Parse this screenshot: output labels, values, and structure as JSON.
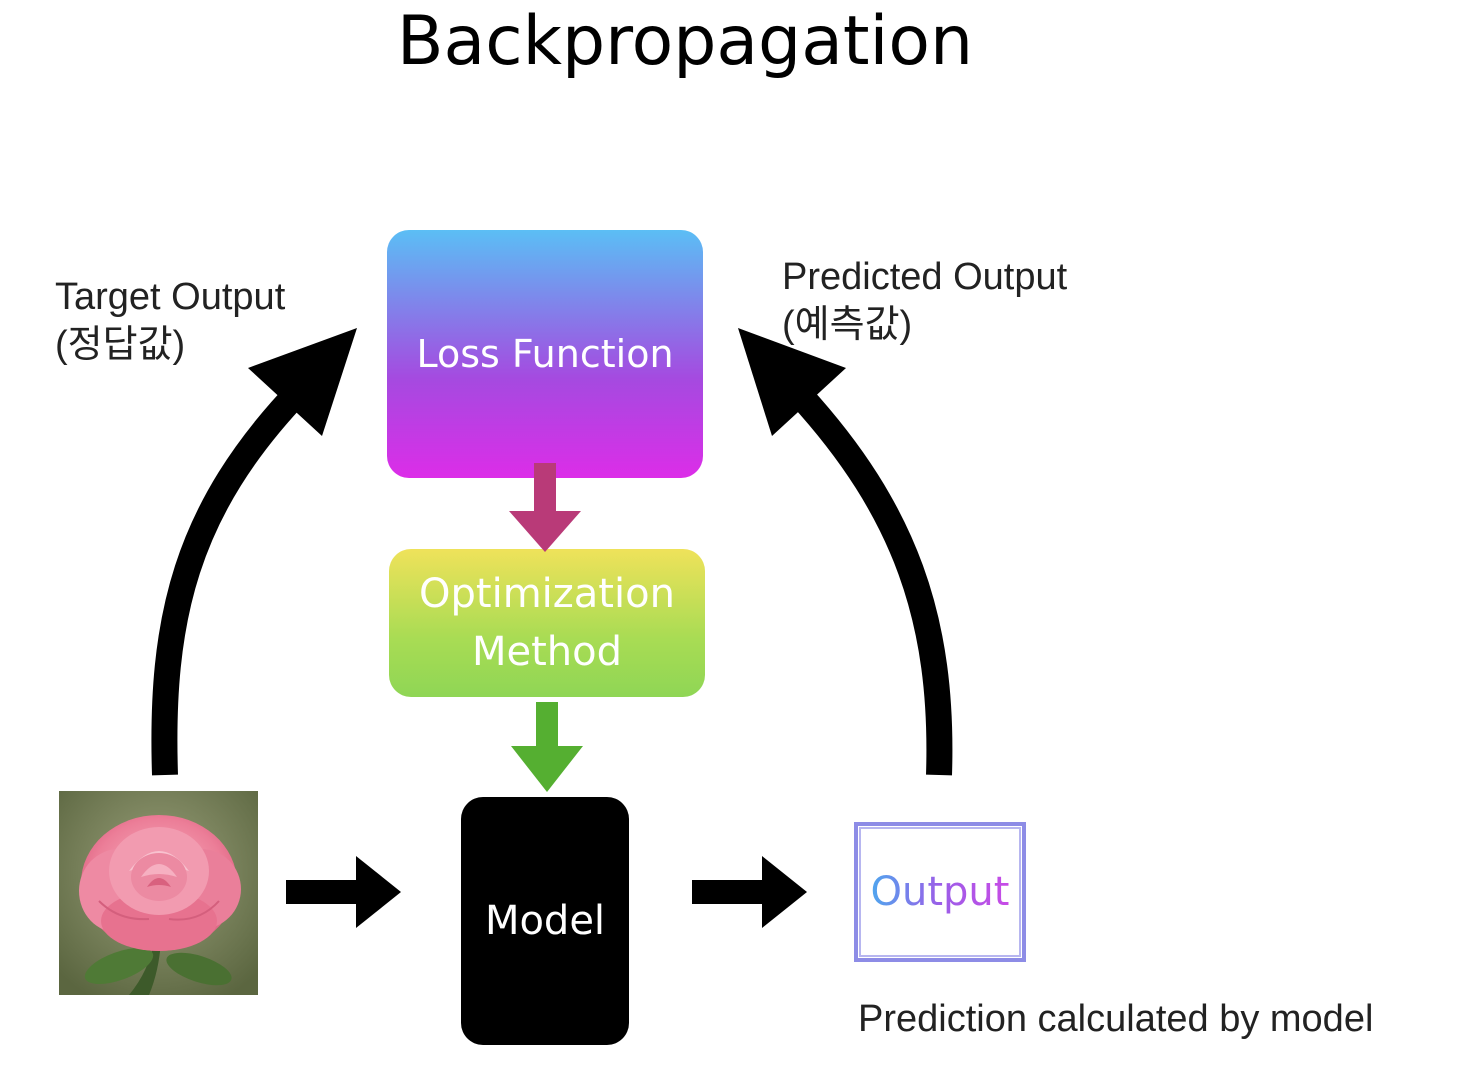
{
  "title": "Backpropagation",
  "labels": {
    "target_line1": "Target Output",
    "target_line2": "(정답값)",
    "predicted_line1": "Predicted Output",
    "predicted_line2": "(예측값)",
    "prediction_caption": "Prediction calculated by model"
  },
  "boxes": {
    "loss": "Loss Function",
    "optimization_line1": "Optimization",
    "optimization_line2": "Method",
    "model": "Model",
    "output": "Output"
  },
  "colors": {
    "loss_gradient": [
      "#5bbef5",
      "#a54ae0",
      "#dc2de8"
    ],
    "optimization_gradient": [
      "#efe25a",
      "#a9dc54",
      "#8fd655"
    ],
    "loss_to_opt_arrow": "#b93a78",
    "opt_to_model_arrow": "#55af31",
    "model_box": "#000000",
    "output_border": "#8d8ce6"
  }
}
